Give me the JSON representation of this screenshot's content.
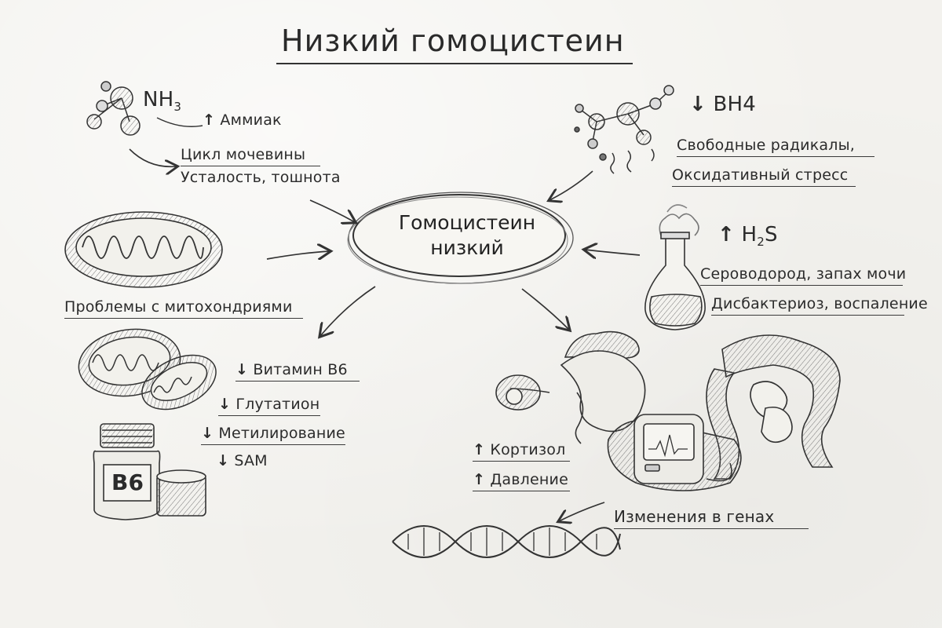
{
  "title": "Низкий гомоцистеин",
  "center": {
    "line1": "Гомоцистеин",
    "line2": "низкий"
  },
  "ammonia": {
    "formula_main": "NH",
    "formula_sub": "3",
    "arrow": "↑",
    "label": "Аммиак",
    "line2": "Цикл мочевины",
    "line3": "Усталость, тошнота"
  },
  "bh4": {
    "arrow": "↓",
    "formula": "BH4",
    "line1": "Свободные радикалы,",
    "line2": "Оксидативный стресс"
  },
  "h2s": {
    "arrow": "↑",
    "formula_a": "H",
    "formula_sub": "2",
    "formula_b": "S",
    "line1": "Сероводород, запах мочи",
    "line2": "Дисбактериоз, воспаление"
  },
  "mito": {
    "label": "Проблемы с митохондриями"
  },
  "deficits": [
    {
      "arrow": "↓",
      "label": "Витамин B6"
    },
    {
      "arrow": "↓",
      "label": "Глутатион"
    },
    {
      "arrow": "↓",
      "label": "Метилирование"
    },
    {
      "arrow": "↓",
      "label": "SAM"
    }
  ],
  "jar_label": "B6",
  "stress": [
    {
      "arrow": "↑",
      "label": "Кортизол"
    },
    {
      "arrow": "↑",
      "label": "Давление"
    }
  ],
  "genes": {
    "label": "Изменения в генах"
  },
  "colors": {
    "ink": "#2b2b2b",
    "paper": "#f3f2ee",
    "shade": "#8a8a8a"
  }
}
